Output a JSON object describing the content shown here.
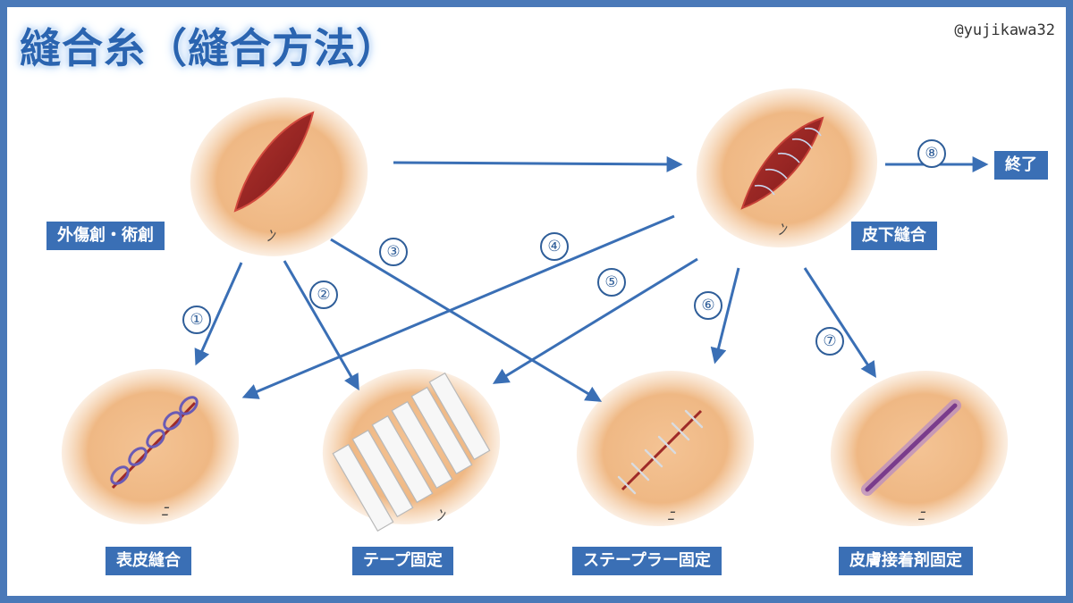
{
  "title": "縫合糸（縫合方法）",
  "handle": "@yujikawa32",
  "nodes": {
    "wound": "外傷創・術創",
    "subcutaneous": "皮下縫合",
    "end": "終了",
    "epidermal": "表皮縫合",
    "tape": "テープ固定",
    "stapler": "ステープラー固定",
    "adhesive": "皮膚接着剤固定"
  },
  "steps": [
    "①",
    "②",
    "③",
    "④",
    "⑤",
    "⑥",
    "⑦",
    "⑧"
  ],
  "colors": {
    "frame": "#4a79b8",
    "label_bg": "#3a6fb5",
    "arrow": "#3a6fb5",
    "title": "#2a64b0",
    "skin": "#f2c08c",
    "wound": "#8e1f22",
    "suture": "#6a5bb5",
    "glue": "#7a3c8c"
  },
  "icons": [
    "skin-patch-icon",
    "arrow-icon"
  ]
}
